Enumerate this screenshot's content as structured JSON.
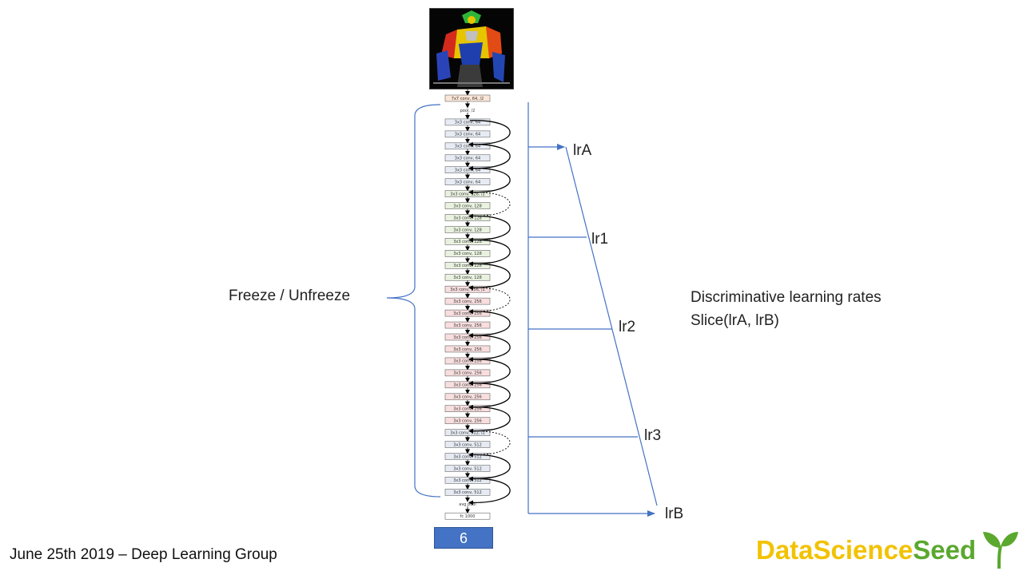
{
  "diagram": {
    "brace_label": "Freeze / Unfreeze",
    "discriminative_title": "Discriminative learning rates",
    "discriminative_formula": "Slice(lrA, lrB)",
    "lr_labels": [
      "lrA",
      "lr1",
      "lr2",
      "lr3",
      "lrB"
    ],
    "network_layers": [
      {
        "label": "7x7 conv, 64, /2",
        "group": "input"
      },
      {
        "label": "pool, /2",
        "group": "plain"
      },
      {
        "label": "3x3 conv, 64",
        "group": "c64"
      },
      {
        "label": "3x3 conv, 64",
        "group": "c64"
      },
      {
        "label": "3x3 conv, 64",
        "group": "c64"
      },
      {
        "label": "3x3 conv, 64",
        "group": "c64"
      },
      {
        "label": "3x3 conv, 64",
        "group": "c64"
      },
      {
        "label": "3x3 conv, 64",
        "group": "c64"
      },
      {
        "label": "3x3 conv, 128, /2",
        "group": "c128"
      },
      {
        "label": "3x3 conv, 128",
        "group": "c128"
      },
      {
        "label": "3x3 conv, 128",
        "group": "c128"
      },
      {
        "label": "3x3 conv, 128",
        "group": "c128"
      },
      {
        "label": "3x3 conv, 128",
        "group": "c128"
      },
      {
        "label": "3x3 conv, 128",
        "group": "c128"
      },
      {
        "label": "3x3 conv, 128",
        "group": "c128"
      },
      {
        "label": "3x3 conv, 128",
        "group": "c128"
      },
      {
        "label": "3x3 conv, 256, /2",
        "group": "c256"
      },
      {
        "label": "3x3 conv, 256",
        "group": "c256"
      },
      {
        "label": "3x3 conv, 256",
        "group": "c256"
      },
      {
        "label": "3x3 conv, 256",
        "group": "c256"
      },
      {
        "label": "3x3 conv, 256",
        "group": "c256"
      },
      {
        "label": "3x3 conv, 256",
        "group": "c256"
      },
      {
        "label": "3x3 conv, 256",
        "group": "c256"
      },
      {
        "label": "3x3 conv, 256",
        "group": "c256"
      },
      {
        "label": "3x3 conv, 256",
        "group": "c256"
      },
      {
        "label": "3x3 conv, 256",
        "group": "c256"
      },
      {
        "label": "3x3 conv, 256",
        "group": "c256"
      },
      {
        "label": "3x3 conv, 256",
        "group": "c256"
      },
      {
        "label": "3x3 conv, 512, /2",
        "group": "c512"
      },
      {
        "label": "3x3 conv, 512",
        "group": "c512"
      },
      {
        "label": "3x3 conv, 512",
        "group": "c512"
      },
      {
        "label": "3x3 conv, 512",
        "group": "c512"
      },
      {
        "label": "3x3 conv, 512",
        "group": "c512"
      },
      {
        "label": "3x3 conv, 512",
        "group": "c512"
      },
      {
        "label": "avg pool",
        "group": "plain"
      },
      {
        "label": "fc 1000",
        "group": "fc"
      }
    ]
  },
  "colors": {
    "input": "#fbe5d6",
    "c64": "#e7ecf4",
    "c128": "#e9f2df",
    "c256": "#f8dede",
    "c512": "#e6eaf3",
    "fc": "#ffffff",
    "accent_line": "#4472c4",
    "slide_number_bg": "#4472c4",
    "logo_yellow": "#f2c200",
    "logo_green": "#5aa82e"
  },
  "footer": {
    "text": "June 25th 2019 – Deep Learning Group",
    "slide_number": "6",
    "logo_part1": "DataScience",
    "logo_part2": "Seed"
  },
  "icons": {
    "photo": "robot-photo",
    "logo_mark": "sprout-icon"
  }
}
